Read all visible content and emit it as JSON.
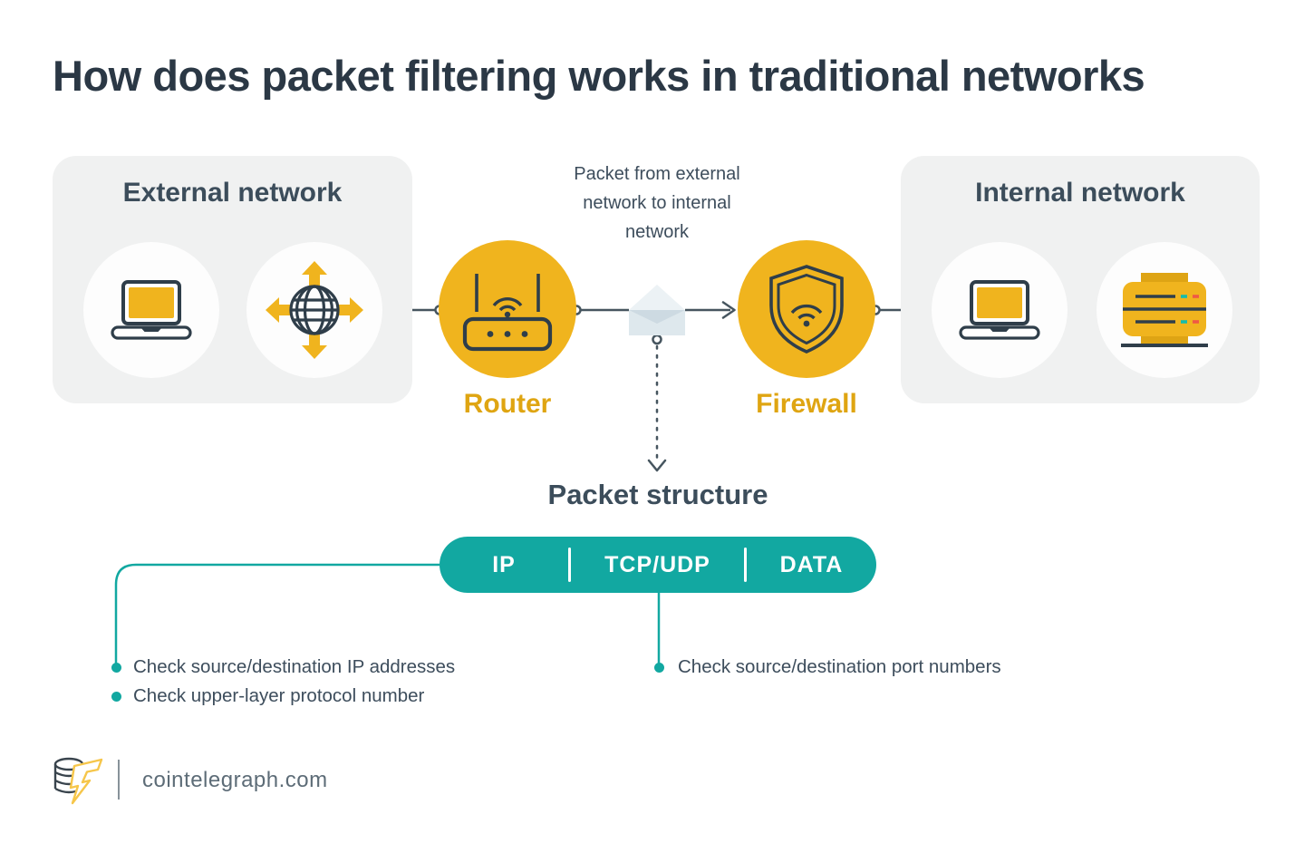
{
  "title": "How does packet filtering works in traditional networks",
  "diagram": {
    "external_network": {
      "heading": "External network",
      "icons": [
        "laptop-icon",
        "globe-arrows-icon"
      ]
    },
    "internal_network": {
      "heading": "Internal network",
      "icons": [
        "laptop-icon",
        "server-icon"
      ]
    },
    "router_label": "Router",
    "firewall_label": "Firewall",
    "packet_note": "Packet from external network to internal network",
    "packet_structure": {
      "heading": "Packet structure",
      "segments": [
        {
          "label": "IP"
        },
        {
          "label": "TCP/UDP"
        },
        {
          "label": "DATA"
        }
      ],
      "ip_checks": [
        "Check source/destination IP addresses",
        "Check upper-layer protocol number"
      ],
      "port_checks": [
        "Check source/destination port numbers"
      ]
    }
  },
  "footer": {
    "site_label": "cointelegraph.com"
  },
  "colors": {
    "accent_yellow": "#F0B41E",
    "amber_label_text": "#DFA512",
    "teal": "#12A8A1",
    "dark_slate_icon": "#2F3E4A",
    "body_text": "#3D4D5C",
    "title_text": "#2B3845",
    "panel_gray": "#F0F1F1",
    "connector_gray": "#46555F",
    "envelope_light": "#E7EEF2",
    "server_tab_yellow": "#DEA414",
    "server_dash_teal": "#16BCAC",
    "server_dash_red": "#EF5945"
  }
}
